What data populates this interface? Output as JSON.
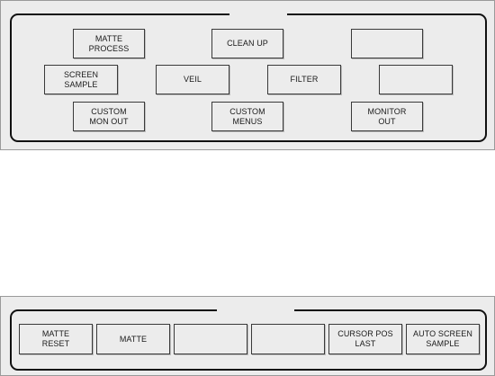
{
  "top_panel": {
    "row1": [
      "MATTE\nPROCESS",
      "CLEAN UP",
      ""
    ],
    "row2": [
      "SCREEN\nSAMPLE",
      "VEIL",
      "FILTER",
      ""
    ],
    "row3": [
      "CUSTOM\nMON OUT",
      "CUSTOM\nMENUS",
      "MONITOR\nOUT"
    ]
  },
  "bottom_panel": {
    "keys": [
      "MATTE\nRESET",
      "MATTE",
      "",
      "",
      "CURSOR POS\nLAST",
      "AUTO SCREEN\nSAMPLE"
    ]
  }
}
